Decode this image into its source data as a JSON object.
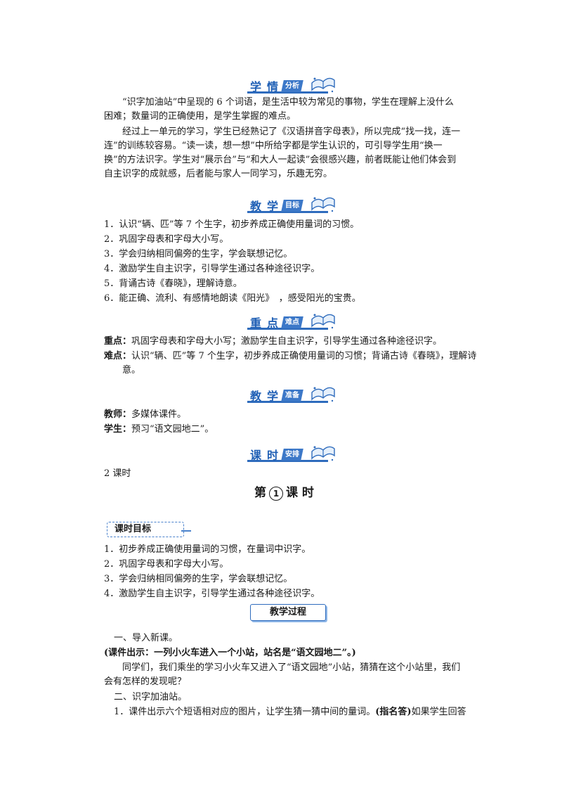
{
  "sections": {
    "analysis": {
      "w1": "学",
      "w2": "情",
      "tag": "分析"
    },
    "goals": {
      "w1": "教",
      "w2": "学",
      "tag": "目标"
    },
    "key": {
      "w1": "重",
      "w2": "点",
      "tag": "难点"
    },
    "prep": {
      "w1": "教",
      "w2": "学",
      "tag": "准备"
    },
    "schedule": {
      "w1": "课",
      "w2": "时",
      "tag": "安排"
    }
  },
  "analysis_paras": [
    "“识字加油站”中呈现的 6 个词语，是生活中较为常见的事物，学生在理解上没什么困难；数量词的正确使用，是学生掌握的难点。",
    "经过上一单元的学习，学生已经熟记了《汉语拼音字母表》，所以完成“找一找，连一连”的训练较容易。“读一读，想一想”中所给字都是学生认识的，可引导学生用“换一换”的方法识字。学生对“展示台”与“和大人一起读”会很感兴趣，前者既能让他们体会到自主识字的成就感，后者能与家人一同学习，乐趣无穷。"
  ],
  "goals": [
    "1．认识“辆、匹”等 7 个生字，初步养成正确使用量词的习惯。",
    "2．巩固字母表和字母大小写。",
    "3．学会归纳相同偏旁的生字，学会联想记忆。",
    "4．激励学生自主识字，引导学生通过各种途径识字。",
    "5．背诵古诗《春晓》，理解诗意。",
    "6．能正确、流利、有感情地朗读《阳光》　，感受阳光的宝贵。"
  ],
  "key": {
    "zd_label": "重点：",
    "zd_text": "巩固字母表和字母大小写；激励学生自主识字，引导学生通过各种途径识字。",
    "nd_label": "难点：",
    "nd_text": "认识“辆、匹”等 7 个生字，初步养成正确使用量词的习惯；背诵古诗《春晓》，理解诗意。"
  },
  "prep": {
    "teacher_label": "教师：",
    "teacher_text": "多媒体课件。",
    "student_label": "学生：",
    "student_text": "预习“语文园地二”。"
  },
  "schedule_text": "2 课时",
  "lesson": {
    "pre": "第",
    "num": "1",
    "post": "课 时"
  },
  "lesson_goal_label": "课时目标",
  "lesson_goals": [
    "1．初步养成正确使用量词的习惯，在量词中识字。",
    "2．巩固字母表和字母大小写。",
    "3．学会归纳相同偏旁的生字，学会联想记忆。",
    "4．激励学生自主识字，引导学生通过各种途径识字。"
  ],
  "process_label": "教学过程",
  "process": {
    "step1": "一、导入新课。",
    "courseware": "(课件出示：一列小火车进入一个小站，站名是“语文园地二”。)",
    "intro": "同学们，我们乘坐的学习小火车又进入了“语文园地”小站，猜猜在这个小站里，我们会有怎样的发现呢？",
    "step2": "二、识字加油站。",
    "item1_a": "1．课件出示六个短语相对应的图片，让学生猜一猜中间的量词。",
    "item1_b": "(指名答)",
    "item1_c": "如果学生回答"
  }
}
